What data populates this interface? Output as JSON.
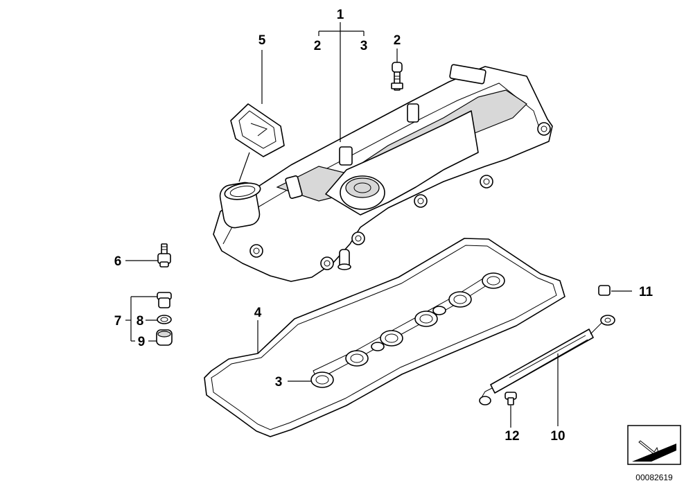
{
  "labels": {
    "l1": "1",
    "l2a": "2",
    "l3a": "3",
    "l2b": "2",
    "l5": "5",
    "l6": "6",
    "l7": "7",
    "l8": "8",
    "l9": "9",
    "l4": "4",
    "l3b": "3",
    "l11": "11",
    "l10": "10",
    "l12": "12"
  },
  "doc_code": "00082619"
}
